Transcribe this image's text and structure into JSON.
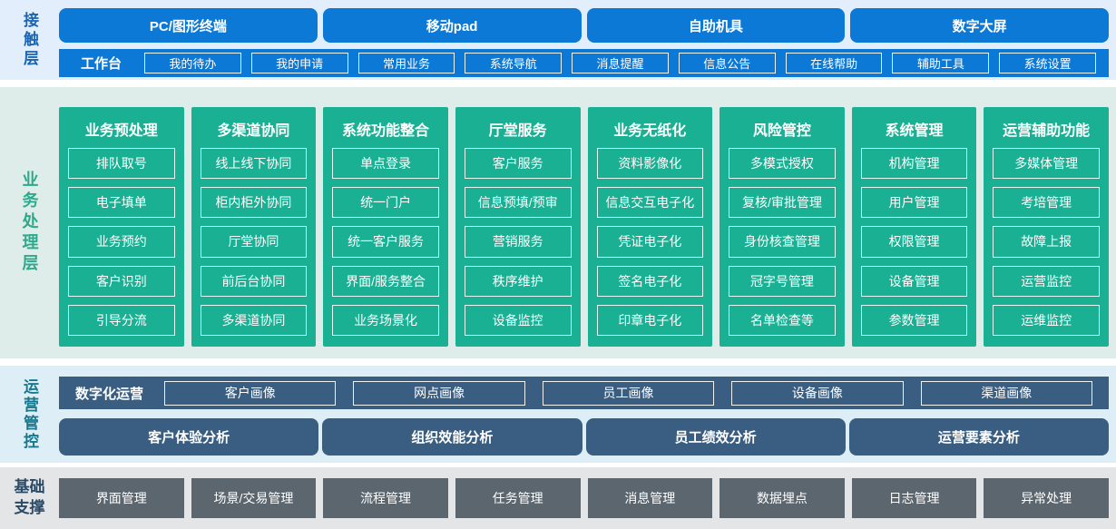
{
  "colors": {
    "channel_blue": "#0d79d6",
    "business_green": "#19b093",
    "ops_navy": "#3a5e81",
    "foundation_gray": "#5b666f",
    "contact_band_bg": "#e2eefb",
    "business_band_bg": "#dfedea",
    "ops_band_bg": "#ddeef6",
    "foundation_band_bg": "#e3e5e7",
    "contact_label": "#1a64b4",
    "business_label": "#2fa98c",
    "ops_label": "#16788c",
    "foundation_label": "#2b4a66"
  },
  "layers": {
    "contact": {
      "label": "接触层",
      "channels": [
        "PC/图形终端",
        "移动pad",
        "自助机具",
        "数字大屏"
      ],
      "workbench": {
        "label": "工作台",
        "items": [
          "我的待办",
          "我的申请",
          "常用业务",
          "系统导航",
          "消息提醒",
          "信息公告",
          "在线帮助",
          "辅助工具",
          "系统设置"
        ]
      }
    },
    "business": {
      "label": "业务处理层",
      "columns": [
        {
          "title": "业务预处理",
          "items": [
            "排队取号",
            "电子填单",
            "业务预约",
            "客户识别",
            "引导分流"
          ]
        },
        {
          "title": "多渠道协同",
          "items": [
            "线上线下协同",
            "柜内柜外协同",
            "厅堂协同",
            "前后台协同",
            "多渠道协同"
          ]
        },
        {
          "title": "系统功能整合",
          "items": [
            "单点登录",
            "统一门户",
            "统一客户服务",
            "界面/服务整合",
            "业务场景化"
          ]
        },
        {
          "title": "厅堂服务",
          "items": [
            "客户服务",
            "信息预填/预审",
            "营销服务",
            "秩序维护",
            "设备监控"
          ]
        },
        {
          "title": "业务无纸化",
          "items": [
            "资料影像化",
            "信息交互电子化",
            "凭证电子化",
            "签名电子化",
            "印章电子化"
          ]
        },
        {
          "title": "风险管控",
          "items": [
            "多模式授权",
            "复核/审批管理",
            "身份核查管理",
            "冠字号管理",
            "名单检查等"
          ]
        },
        {
          "title": "系统管理",
          "items": [
            "机构管理",
            "用户管理",
            "权限管理",
            "设备管理",
            "参数管理"
          ]
        },
        {
          "title": "运营辅助功能",
          "items": [
            "多媒体管理",
            "考培管理",
            "故障上报",
            "运营监控",
            "运维监控"
          ]
        }
      ]
    },
    "operations": {
      "label": "运营管控",
      "digital": {
        "label": "数字化运营",
        "items": [
          "客户画像",
          "网点画像",
          "员工画像",
          "设备画像",
          "渠道画像"
        ]
      },
      "analysis": [
        "客户体验分析",
        "组织效能分析",
        "员工绩效分析",
        "运营要素分析"
      ]
    },
    "foundation": {
      "label": "基础支撑",
      "items": [
        "界面管理",
        "场景/交易管理",
        "流程管理",
        "任务管理",
        "消息管理",
        "数据埋点",
        "日志管理",
        "异常处理"
      ]
    }
  }
}
